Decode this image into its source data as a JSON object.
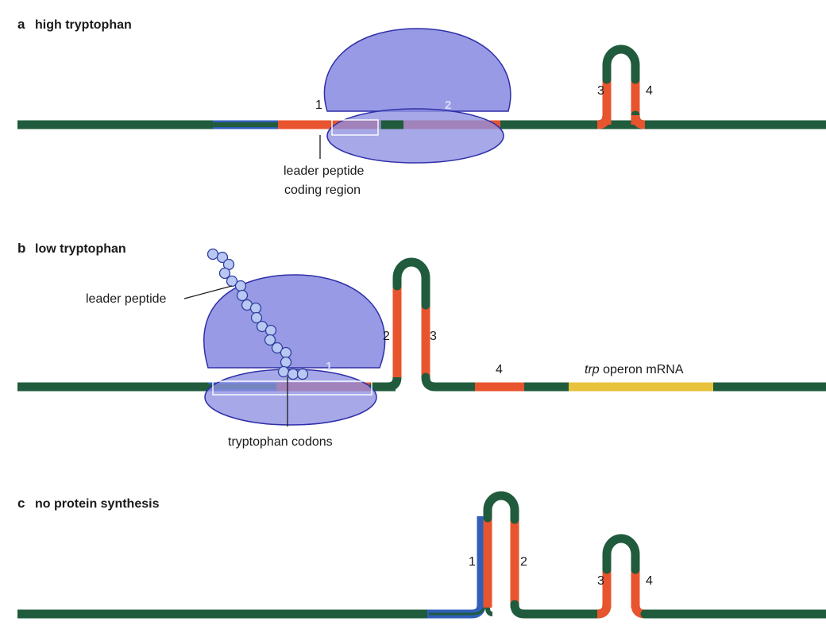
{
  "panels": [
    {
      "letter": "a",
      "title": "high tryptophan"
    },
    {
      "letter": "b",
      "title": "low tryptophan"
    },
    {
      "letter": "c",
      "title": "no protein synthesis"
    }
  ],
  "regions": {
    "r1": "1",
    "r2": "2",
    "r3": "3",
    "r4": "4"
  },
  "labels": {
    "leader_peptide_coding_line1": "leader peptide",
    "leader_peptide_coding_line2": "coding region",
    "leader_peptide": "leader peptide",
    "tryptophan_codons": "tryptophan codons",
    "trp_italic": "trp",
    "operon_mrna": " operon mRNA"
  },
  "colors": {
    "mrna": "#1f5b3c",
    "pairing_region": "#e8542e",
    "leader_region": "#2f5fb8",
    "trp_operon": "#e8c23a",
    "ribosome": "#8e8fe2"
  }
}
